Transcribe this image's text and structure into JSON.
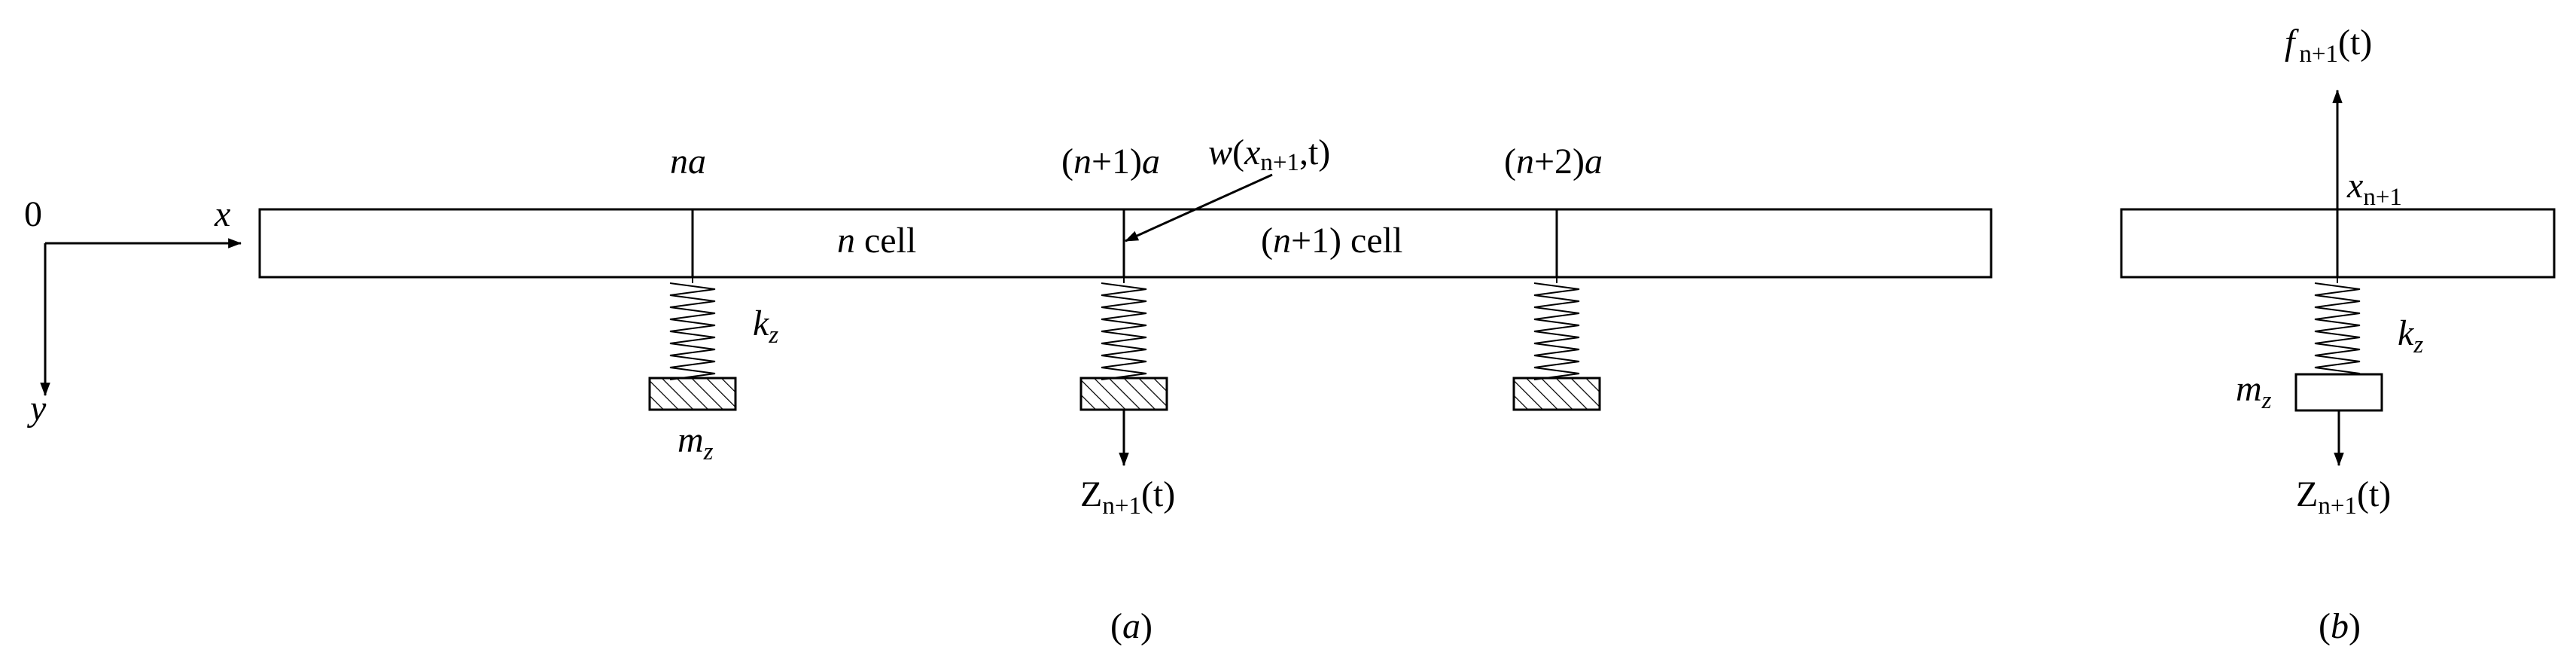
{
  "axes": {
    "origin_label": "0",
    "x_label": "x",
    "y_label": "y"
  },
  "panel_a": {
    "position_labels": {
      "na": {
        "var": "na"
      },
      "n1a": {
        "pre": "(",
        "var1": "n",
        "mid": "+1)",
        "var2": "a"
      },
      "n2a": {
        "pre": "(",
        "var1": "n",
        "mid": "+2)",
        "var2": "a"
      }
    },
    "cell_n": {
      "var": "n",
      "text": " cell"
    },
    "cell_n1": {
      "pre": "(",
      "var": "n",
      "text": "+1) cell"
    },
    "displacement": {
      "w": "w",
      "open": "(",
      "x": "x",
      "sub": "n+1",
      "close": ",t)"
    },
    "spring_label": {
      "k": "k",
      "sub": "z"
    },
    "mass_label": {
      "m": "m",
      "sub": "z"
    },
    "force_label": {
      "z": "Z",
      "sub": "n+1",
      "arg": "(t)"
    },
    "caption": {
      "open": "(",
      "letter": "a",
      "close": ")"
    }
  },
  "panel_b": {
    "force_top": {
      "f": "f",
      "sub": "n+1",
      "arg": "(t)"
    },
    "position": {
      "x": "x",
      "sub": "n+1"
    },
    "spring_label": {
      "k": "k",
      "sub": "z"
    },
    "mass_label": {
      "m": "m",
      "sub": "z"
    },
    "force_label": {
      "z": "Z",
      "sub": "n+1",
      "arg": "(t)"
    },
    "caption": {
      "open": "(",
      "letter": "b",
      "close": ")"
    }
  }
}
